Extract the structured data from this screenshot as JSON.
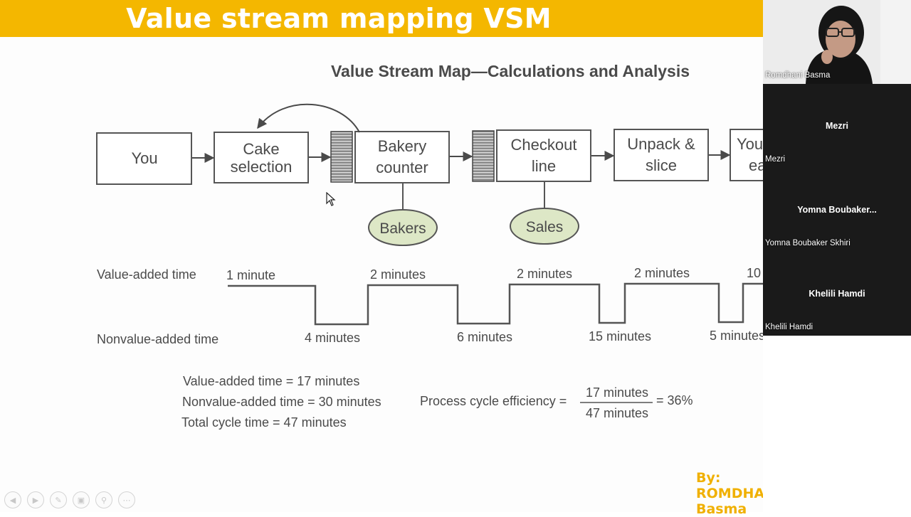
{
  "slide": {
    "title": "Value stream mapping VSM",
    "map_heading": "Value Stream Map—Calculations and Analysis",
    "author": "By: ROMDHANI Basma"
  },
  "process_steps": [
    {
      "line1": "You",
      "line2": ""
    },
    {
      "line1": "Cake",
      "line2": "selection"
    },
    {
      "line1": "Bakery",
      "line2": "counter"
    },
    {
      "line1": "Checkout",
      "line2": "line"
    },
    {
      "line1": "Unpack &",
      "line2": "slice"
    },
    {
      "line1": "You",
      "line2": "ea"
    }
  ],
  "resources": [
    "Bakers",
    "Sales"
  ],
  "timeline": {
    "value_added_label": "Value-added time",
    "nonvalue_added_label": "Nonvalue-added time",
    "value_added_times": [
      "1 minute",
      "2 minutes",
      "2 minutes",
      "2 minutes",
      "10"
    ],
    "nonvalue_added_times": [
      "4 minutes",
      "6 minutes",
      "15 minutes",
      "5 minutes"
    ]
  },
  "summary": {
    "value_added": "Value-added time = 17 minutes",
    "nonvalue_added": "Nonvalue-added time = 30 minutes",
    "total": "Total cycle time = 47 minutes",
    "pce_label": "Process cycle efficiency =",
    "numerator": "17 minutes",
    "denominator": "47 minutes",
    "result": "= 36%"
  },
  "participants": {
    "presenter": "Romdhani Basma",
    "tiles": [
      {
        "display": "Mezri",
        "label": "Mezri"
      },
      {
        "display": "Yomna  Boubaker...",
        "label": "Yomna Boubaker Skhiri"
      },
      {
        "display": "Khelili Hamdi",
        "label": "Khelili Hamdi"
      }
    ]
  },
  "controls": [
    "back-icon",
    "forward-icon",
    "pen-icon",
    "slides-icon",
    "zoom-icon",
    "more-icon"
  ],
  "colors": {
    "banner": "#f4b700",
    "author_text": "#f0b000",
    "resource_fill": "#dde7c6",
    "participant_bg": "#1b1b1b"
  }
}
